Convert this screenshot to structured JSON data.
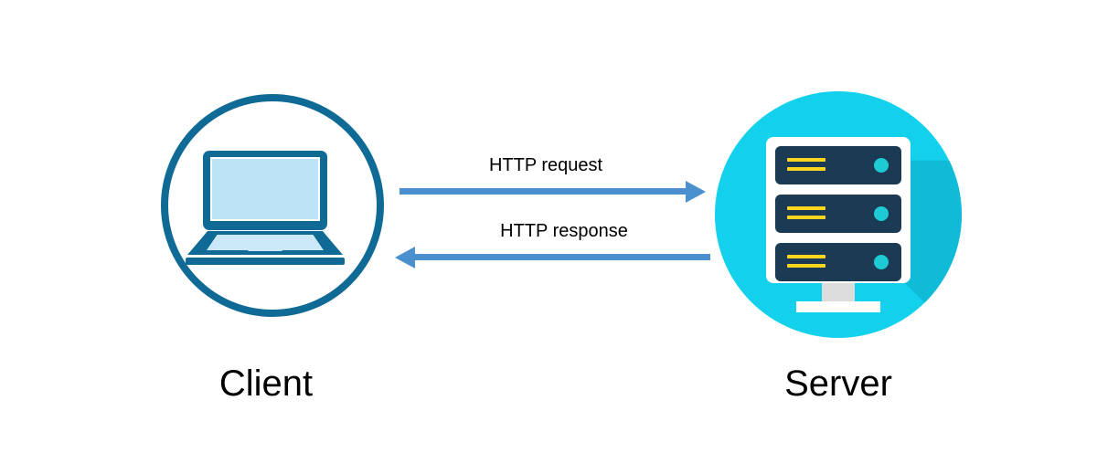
{
  "diagram": {
    "title": "HTTP client-server request response diagram",
    "background_color": "#ffffff"
  },
  "client": {
    "caption": "Client",
    "icon_name": "laptop-icon",
    "circle_color": "#106A96",
    "screen_color": "#BDE3F7",
    "body_color": "#106A96"
  },
  "server": {
    "caption": "Server",
    "icon_name": "server-rack-icon",
    "circle_color": "#13D1ED",
    "shadow_color": "#0FBBD6",
    "frame_color": "#ffffff",
    "unit_color": "#1B3A54",
    "line_color": "#FFD520",
    "led_color": "#1ECAD3",
    "stand_color": "#DCDCDC",
    "units": [
      {
        "id": "rack-unit-1",
        "lines": 2,
        "led": true
      },
      {
        "id": "rack-unit-2",
        "lines": 2,
        "led": true
      },
      {
        "id": "rack-unit-3",
        "lines": 2,
        "led": true
      }
    ]
  },
  "arrows": [
    {
      "id": "http-request",
      "label": "HTTP request",
      "direction": "right",
      "from": "Client",
      "to": "Server",
      "color": "#4A90CE"
    },
    {
      "id": "http-response",
      "label": "HTTP response",
      "direction": "left",
      "from": "Server",
      "to": "Client",
      "color": "#4A90CE"
    }
  ]
}
